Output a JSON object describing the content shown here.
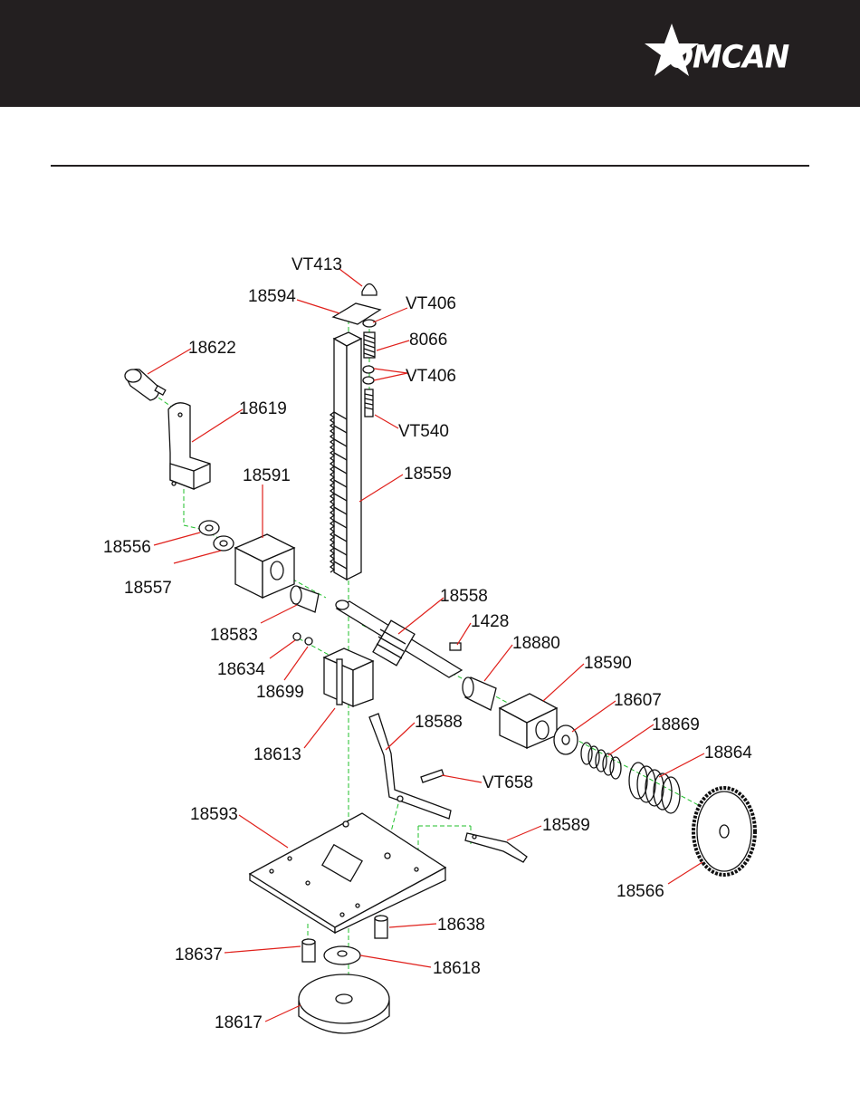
{
  "brand": {
    "logo_text": "OMCAN"
  },
  "colors": {
    "header": "#231f20",
    "leader": "#e0201b",
    "axis": "#1fbf2a",
    "line": "#111111"
  },
  "parts": {
    "vt413": "VT413",
    "p18594": "18594",
    "vt406_top": "VT406",
    "p8066": "8066",
    "vt406_pair": "VT406",
    "vt540": "VT540",
    "p18622": "18622",
    "p18619": "18619",
    "p18591": "18591",
    "p18559": "18559",
    "p18556": "18556",
    "p18557": "18557",
    "p18558": "18558",
    "p1428": "1428",
    "p18880": "18880",
    "p18583": "18583",
    "p18634": "18634",
    "p18699": "18699",
    "p18590": "18590",
    "p18607": "18607",
    "p18869": "18869",
    "p18864": "18864",
    "p18588": "18588",
    "p18613": "18613",
    "vt658": "VT658",
    "p18593": "18593",
    "p18589": "18589",
    "p18566": "18566",
    "p18638": "18638",
    "p18637": "18637",
    "p18618": "18618",
    "p18617": "18617"
  }
}
